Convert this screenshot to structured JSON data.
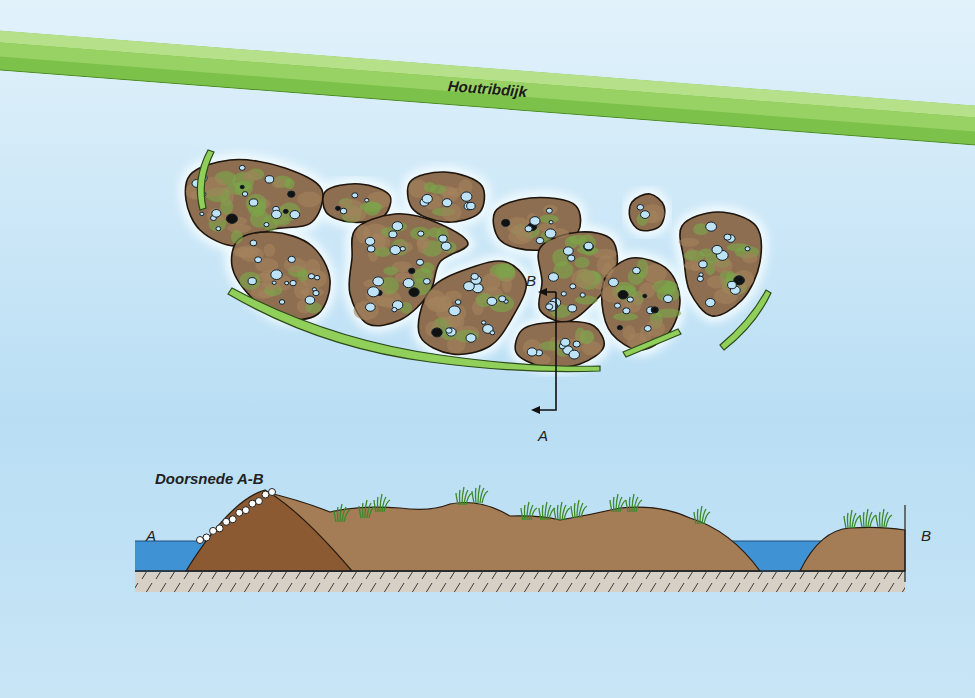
{
  "diagram": {
    "nodes": [
      {
        "text": [
          "Houtribdijk"
        ]
      }
    ],
    "labels": [
      "B",
      "A",
      "Doorsnede A-B",
      "A",
      "B"
    ]
  }
}
